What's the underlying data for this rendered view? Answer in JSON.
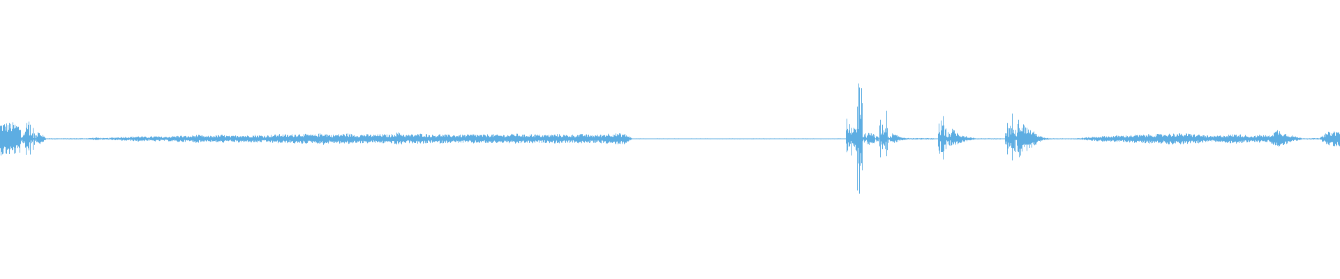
{
  "waveform": {
    "color": "#5dade2",
    "background": "#ffffff",
    "amplitude_envelope": [
      0.12,
      0.12,
      0.1,
      0.18,
      0.06,
      0.004,
      0.004,
      0.004,
      0.004,
      0.004,
      0.005,
      0.01,
      0.005,
      0.01,
      0.015,
      0.015,
      0.02,
      0.015,
      0.02,
      0.015,
      0.02,
      0.025,
      0.02,
      0.03,
      0.02,
      0.025,
      0.03,
      0.02,
      0.03,
      0.025,
      0.03,
      0.025,
      0.03,
      0.035,
      0.03,
      0.04,
      0.035,
      0.03,
      0.045,
      0.03,
      0.035,
      0.04,
      0.03,
      0.035,
      0.03,
      0.035,
      0.03,
      0.05,
      0.03,
      0.035,
      0.04,
      0.03,
      0.035,
      0.03,
      0.03,
      0.03,
      0.035,
      0.03,
      0.035,
      0.03,
      0.03,
      0.04,
      0.03,
      0.035,
      0.03,
      0.03,
      0.035,
      0.03,
      0.03,
      0.035,
      0.03,
      0.03,
      0.04,
      0.04,
      0.04,
      0.003,
      0.003,
      0.003,
      0.003,
      0.003,
      0.003,
      0.003,
      0.003,
      0.003,
      0.003,
      0.003,
      0.003,
      0.003,
      0.003,
      0.003,
      0.003,
      0.003,
      0.003,
      0.003,
      0.003,
      0.003,
      0.003,
      0.003,
      0.003,
      0.003,
      0.003,
      0.2,
      0.54,
      0.05,
      0.03,
      0.23,
      0.04,
      0.015,
      0.005,
      0.005,
      0.005,
      0.005,
      0.25,
      0.08,
      0.04,
      0.015,
      0.004,
      0.004,
      0.004,
      0.004,
      0.22,
      0.15,
      0.09,
      0.05,
      0.01,
      0.004,
      0.004,
      0.004,
      0.004,
      0.01,
      0.015,
      0.02,
      0.02,
      0.025,
      0.025,
      0.03,
      0.03,
      0.035,
      0.035,
      0.04,
      0.04,
      0.04,
      0.035,
      0.03,
      0.02,
      0.025,
      0.03,
      0.035,
      0.03,
      0.02,
      0.03,
      0.025,
      0.07,
      0.04,
      0.02,
      0.005,
      0.005,
      0.005,
      0.05,
      0.06
    ]
  }
}
